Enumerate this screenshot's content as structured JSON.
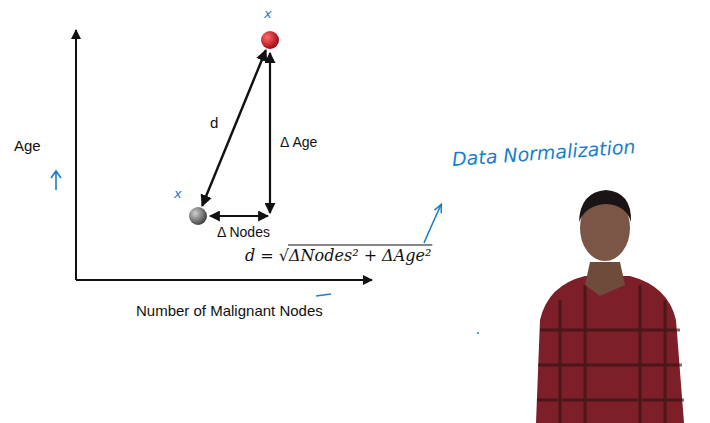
{
  "diagram": {
    "nodes": [
      {
        "text": [
          "x"
        ]
      },
      {
        "text": [
          "x"
        ]
      }
    ],
    "edges": [
      {
        "from": 1,
        "to": 0,
        "label": "d",
        "arrow": "both"
      }
    ],
    "labels": [
      "Age",
      "Δ Age",
      "Δ Nodes",
      "d = √ΔNodes² + ΔAge²",
      "Data Normalization",
      "Number of Malignant Nodes"
    ]
  }
}
